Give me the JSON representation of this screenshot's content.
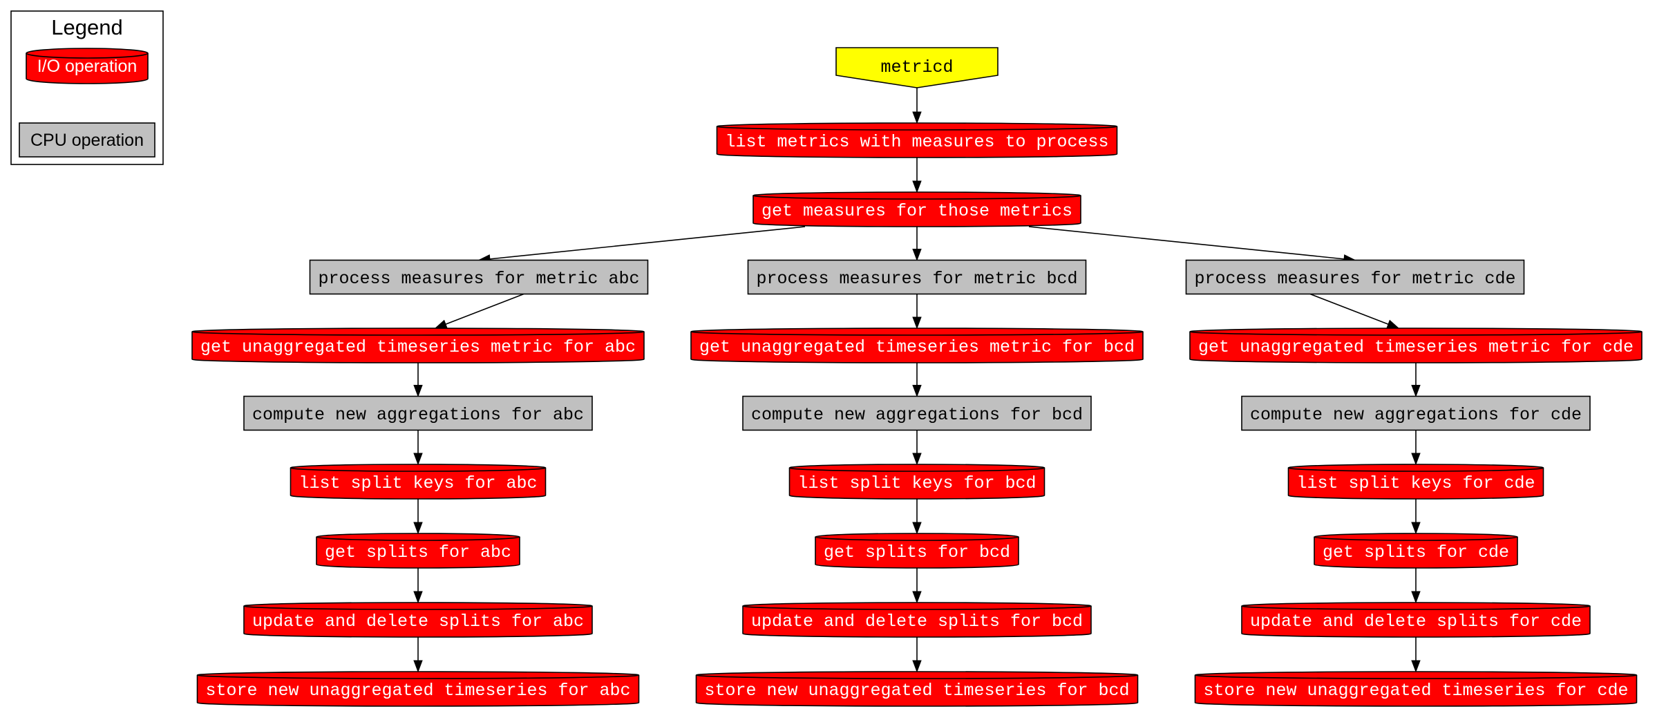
{
  "colors": {
    "io_fill": "#ff0000",
    "io_text": "#ffffff",
    "cpu_fill": "#c0c0c0",
    "cpu_text": "#000000",
    "start_fill": "#ffff00",
    "start_text": "#000000",
    "edge": "#000000"
  },
  "legend": {
    "title": "Legend",
    "io_label": "I/O operation",
    "cpu_label": "CPU operation"
  },
  "nodes": {
    "metricd": {
      "label": "metricd",
      "kind": "start"
    },
    "list_metrics": {
      "label": "list metrics with measures to process",
      "kind": "io"
    },
    "get_measures": {
      "label": "get measures for those metrics",
      "kind": "io"
    },
    "process_abc": {
      "label": "process measures for metric abc",
      "kind": "cpu"
    },
    "process_bcd": {
      "label": "process measures for metric bcd",
      "kind": "cpu"
    },
    "process_cde": {
      "label": "process measures for metric cde",
      "kind": "cpu"
    },
    "get_unagg_abc": {
      "label": "get unaggregated timeseries metric for abc",
      "kind": "io"
    },
    "get_unagg_bcd": {
      "label": "get unaggregated timeseries metric for bcd",
      "kind": "io"
    },
    "get_unagg_cde": {
      "label": "get unaggregated timeseries metric for cde",
      "kind": "io"
    },
    "compute_abc": {
      "label": "compute new aggregations for abc",
      "kind": "cpu"
    },
    "compute_bcd": {
      "label": "compute new aggregations for bcd",
      "kind": "cpu"
    },
    "compute_cde": {
      "label": "compute new aggregations for cde",
      "kind": "cpu"
    },
    "list_split_abc": {
      "label": "list split keys for abc",
      "kind": "io"
    },
    "list_split_bcd": {
      "label": "list split keys for bcd",
      "kind": "io"
    },
    "list_split_cde": {
      "label": "list split keys for cde",
      "kind": "io"
    },
    "get_splits_abc": {
      "label": "get splits for abc",
      "kind": "io"
    },
    "get_splits_bcd": {
      "label": "get splits for bcd",
      "kind": "io"
    },
    "get_splits_cde": {
      "label": "get splits for cde",
      "kind": "io"
    },
    "update_abc": {
      "label": "update and delete splits for abc",
      "kind": "io"
    },
    "update_bcd": {
      "label": "update and delete splits for bcd",
      "kind": "io"
    },
    "update_cde": {
      "label": "update and delete splits for cde",
      "kind": "io"
    },
    "store_abc": {
      "label": "store new unaggregated timeseries for abc",
      "kind": "io"
    },
    "store_bcd": {
      "label": "store new unaggregated timeseries for bcd",
      "kind": "io"
    },
    "store_cde": {
      "label": "store new unaggregated timeseries for cde",
      "kind": "io"
    }
  },
  "edges": [
    [
      "metricd",
      "list_metrics"
    ],
    [
      "list_metrics",
      "get_measures"
    ],
    [
      "get_measures",
      "process_abc"
    ],
    [
      "get_measures",
      "process_bcd"
    ],
    [
      "get_measures",
      "process_cde"
    ],
    [
      "process_abc",
      "get_unagg_abc"
    ],
    [
      "process_bcd",
      "get_unagg_bcd"
    ],
    [
      "process_cde",
      "get_unagg_cde"
    ],
    [
      "get_unagg_abc",
      "compute_abc"
    ],
    [
      "get_unagg_bcd",
      "compute_bcd"
    ],
    [
      "get_unagg_cde",
      "compute_cde"
    ],
    [
      "compute_abc",
      "list_split_abc"
    ],
    [
      "compute_bcd",
      "list_split_bcd"
    ],
    [
      "compute_cde",
      "list_split_cde"
    ],
    [
      "list_split_abc",
      "get_splits_abc"
    ],
    [
      "list_split_bcd",
      "get_splits_bcd"
    ],
    [
      "list_split_cde",
      "get_splits_cde"
    ],
    [
      "get_splits_abc",
      "update_abc"
    ],
    [
      "get_splits_bcd",
      "update_bcd"
    ],
    [
      "get_splits_cde",
      "update_cde"
    ],
    [
      "update_abc",
      "store_abc"
    ],
    [
      "update_bcd",
      "store_bcd"
    ],
    [
      "update_cde",
      "store_cde"
    ]
  ]
}
